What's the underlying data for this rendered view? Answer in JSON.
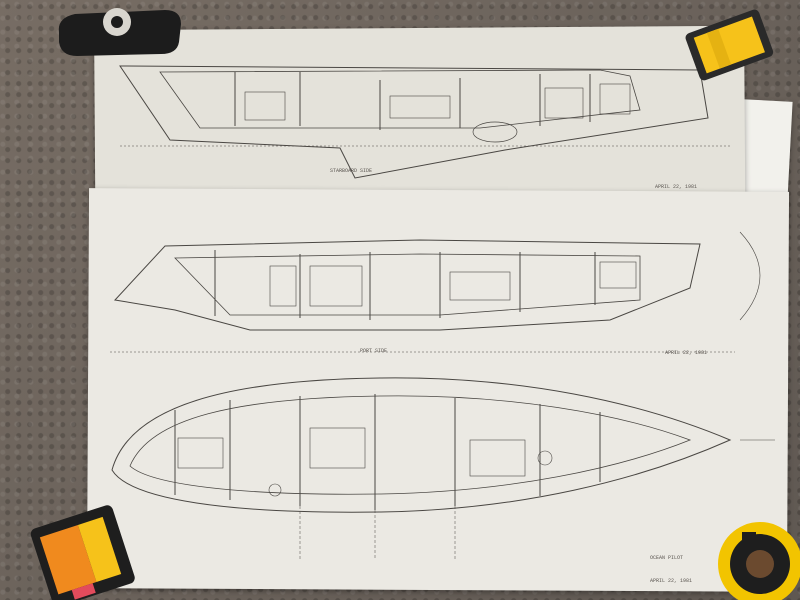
{
  "scene": {
    "subject": "hand-drafted sailboat interior layout blueprint sheets on carpet",
    "colors": {
      "paper": "#e8e6df",
      "ink": "#4a4743",
      "carpet": "#6e655d",
      "tape": "#1a1a1a",
      "flag_yellow": "#f6c21a",
      "flag_orange": "#f08a1e",
      "tape_measure": "#f2c400"
    }
  },
  "labels": {
    "top_caption": "STARBOARD SIDE",
    "middle_caption": "PORT SIDE",
    "date_top": "APRIL 22, 1981",
    "date_middle": "APRIL 22, 1981",
    "title_block_name": "OCEAN PILOT",
    "date_bottom": "APRIL 22, 1981"
  },
  "objects": {
    "tape_dispenser_icon": "tape-dispenser",
    "flag_dispenser_top_icon": "sticky-flags",
    "flag_dispenser_bottom_icon": "sticky-flags",
    "tape_measure_icon": "tape-measure"
  }
}
